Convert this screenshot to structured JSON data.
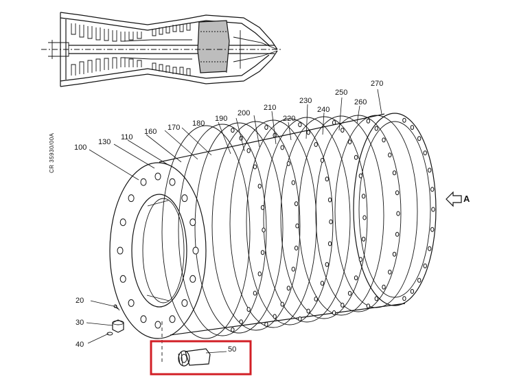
{
  "document_ref": "CR 35930/00A",
  "view_label": "A",
  "callouts": [
    {
      "id": "c100",
      "text": "100"
    },
    {
      "id": "c130",
      "text": "130"
    },
    {
      "id": "c110",
      "text": "110"
    },
    {
      "id": "c160",
      "text": "160"
    },
    {
      "id": "c170",
      "text": "170"
    },
    {
      "id": "c180",
      "text": "180"
    },
    {
      "id": "c190",
      "text": "190"
    },
    {
      "id": "c200",
      "text": "200"
    },
    {
      "id": "c210",
      "text": "210"
    },
    {
      "id": "c220",
      "text": "220"
    },
    {
      "id": "c230",
      "text": "230"
    },
    {
      "id": "c240",
      "text": "240"
    },
    {
      "id": "c250",
      "text": "250"
    },
    {
      "id": "c260",
      "text": "260"
    },
    {
      "id": "c270",
      "text": "270"
    },
    {
      "id": "c20",
      "text": "20"
    },
    {
      "id": "c30",
      "text": "30"
    },
    {
      "id": "c40",
      "text": "40"
    },
    {
      "id": "c50",
      "text": "50"
    }
  ],
  "highlight_color": "#d21f26",
  "line_color": "#111111",
  "shading_color": "#bdbdbd"
}
